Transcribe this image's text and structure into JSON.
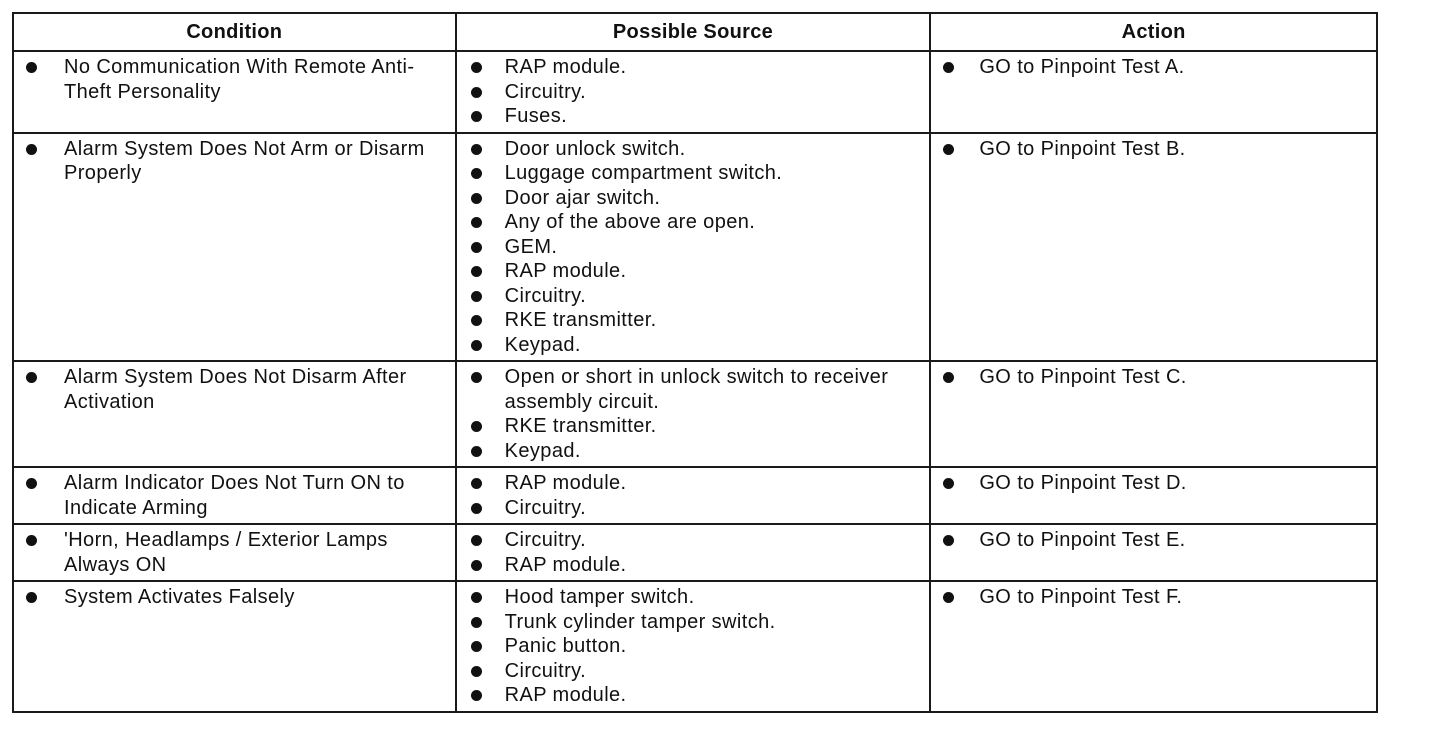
{
  "table": {
    "headers": {
      "condition": "Condition",
      "source": "Possible Source",
      "action": "Action"
    },
    "rows": [
      {
        "condition": "No Communication With Remote Anti-Theft Personality",
        "sources": [
          "RAP module.",
          "Circuitry.",
          "Fuses."
        ],
        "action": "GO to Pinpoint Test A."
      },
      {
        "condition": "Alarm System Does Not Arm or Disarm Properly",
        "sources": [
          "Door unlock switch.",
          "Luggage compartment switch.",
          "Door ajar switch.",
          "Any of the above are open.",
          "GEM.",
          "RAP module.",
          "Circuitry.",
          "RKE transmitter.",
          "Keypad."
        ],
        "action": "GO to Pinpoint Test B."
      },
      {
        "condition": "Alarm System Does Not Disarm After Activation",
        "sources": [
          "Open or short in unlock switch to receiver assembly circuit.",
          "RKE transmitter.",
          "Keypad."
        ],
        "action": "GO to Pinpoint Test C."
      },
      {
        "condition": "Alarm Indicator Does Not Turn ON to Indicate Arming",
        "sources": [
          "RAP module.",
          "Circuitry."
        ],
        "action": "GO to Pinpoint Test D."
      },
      {
        "condition": "'Horn, Headlamps / Exterior Lamps Always ON",
        "sources": [
          "Circuitry.",
          "RAP module."
        ],
        "action": "GO to Pinpoint Test E."
      },
      {
        "condition": "System Activates Falsely",
        "sources": [
          "Hood tamper switch.",
          "Trunk cylinder tamper switch.",
          "Panic button.",
          "Circuitry.",
          "RAP module."
        ],
        "action": "GO to Pinpoint Test F."
      }
    ]
  }
}
